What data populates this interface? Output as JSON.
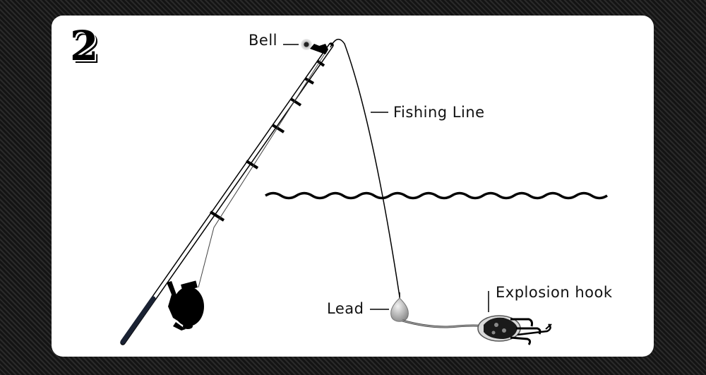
{
  "step_number": "2",
  "labels": {
    "bell": "Bell",
    "fishing_line": "Fishing Line",
    "lead": "Lead",
    "explosion_hook": "Explosion hook"
  }
}
